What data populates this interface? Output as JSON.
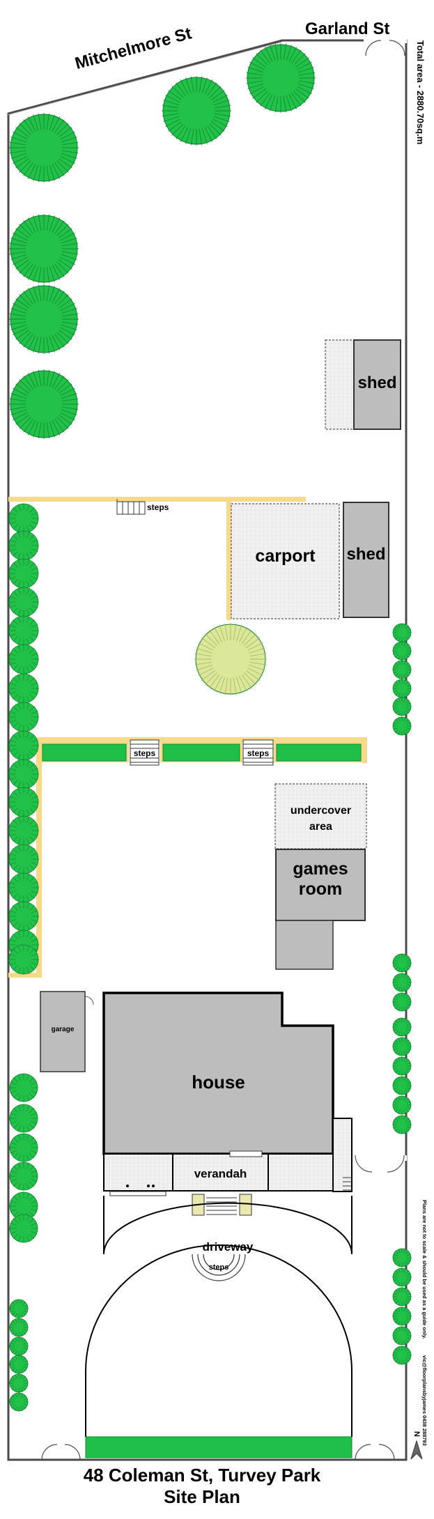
{
  "streets": {
    "top_left": "Mitchelmore St",
    "top_right": "Garland St"
  },
  "total_area": "Total area - 2880.70sq.m",
  "labels": {
    "shed_top": "shed",
    "steps_top": "steps",
    "carport": "carport",
    "shed_mid": "shed",
    "steps_left": "steps",
    "steps_right": "steps",
    "undercover_line1": "undercover",
    "undercover_line2": "area",
    "games_line1": "games",
    "games_line2": "room",
    "garage": "garage",
    "house": "house",
    "verandah": "verandah",
    "driveway": "driveway",
    "steps_bottom": "steps"
  },
  "disclaimer": "Plans are not to scale & should be used as a guide only.",
  "contact": "vic@floorplansbyjames     0438 288793",
  "north_mark": "N",
  "title": {
    "line1": "48 Coleman St, Turvey Park",
    "line2": "Site Plan"
  },
  "colors": {
    "tree_dark": "#22c24a",
    "tree_light": "#dbe89c",
    "fence_yellow": "#f7d98a",
    "hedge_green": "#1fbf49",
    "building_gray": "#bdbdbd",
    "outline": "#4a4a4a"
  }
}
